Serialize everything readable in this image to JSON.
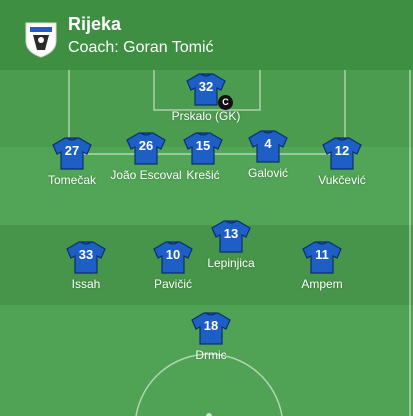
{
  "team": {
    "name": "Rijeka",
    "coach": "Coach: Goran Tomić"
  },
  "colors": {
    "pitch_dark": "#46954a",
    "pitch_light": "#52a456",
    "header": "#3f8f42",
    "shirt": "#1d5fc4",
    "shirt_trim": "#0d2f6e",
    "captain_badge": "#111111"
  },
  "players": [
    {
      "number": "32",
      "name": "Prskalo (GK)",
      "captain_badge": "C"
    },
    {
      "number": "27",
      "name": "Tomečak"
    },
    {
      "number": "26",
      "name": "João Escoval"
    },
    {
      "number": "15",
      "name": "Krešić"
    },
    {
      "number": "4",
      "name": "Galović"
    },
    {
      "number": "12",
      "name": "Vukčević"
    },
    {
      "number": "33",
      "name": "Issah"
    },
    {
      "number": "10",
      "name": "Pavičić"
    },
    {
      "number": "13",
      "name": "Lepinjica"
    },
    {
      "number": "11",
      "name": "Ampem"
    },
    {
      "number": "18",
      "name": "Drmic"
    }
  ]
}
